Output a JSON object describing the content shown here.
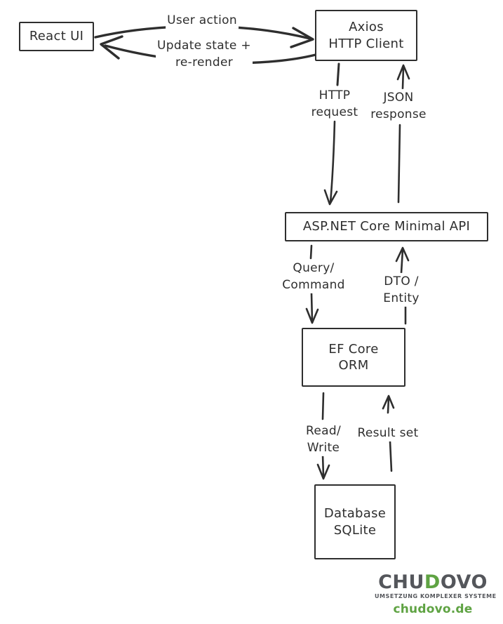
{
  "nodes": {
    "react_ui": "React UI",
    "axios": "Axios\nHTTP Client",
    "aspnet": "ASP.NET Core Minimal API",
    "efcore": "EF Core\nORM",
    "database": "Database\nSQLite"
  },
  "edges": {
    "user_action": "User action",
    "update_state": "Update state +\nre-render",
    "http_request": "HTTP\nrequest",
    "json_response": "JSON\nresponse",
    "query_command": "Query/\nCommand",
    "dto_entity": "DTO /\nEntity",
    "read_write": "Read/\nWrite",
    "result_set": "Result set"
  },
  "logo": {
    "part1": "CHU",
    "part2": "D",
    "part3": "OVO",
    "tagline": "UMSETZUNG KOMPLEXER SYSTEME",
    "website": "chudovo.de",
    "brand_gray": "#54565b",
    "brand_green": "#5fa343",
    "ink_color": "#2e2e2e"
  }
}
